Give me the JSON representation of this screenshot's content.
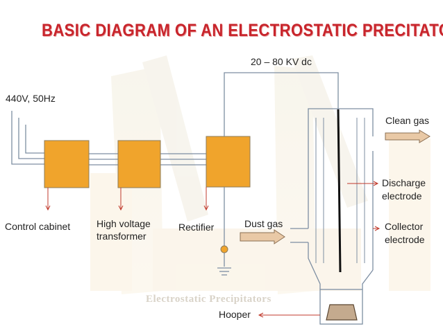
{
  "title": "BASIC DIAGRAM OF AN ELECTROSTATIC PRECITATOR",
  "labels": {
    "supply": "440V, 50Hz",
    "voltage": "20 – 80 KV dc",
    "control_cabinet": "Control cabinet",
    "hv_transformer_1": "High voltage",
    "hv_transformer_2": "transformer",
    "rectifier": "Rectifier",
    "dust_gas": "Dust gas",
    "clean_gas": "Clean gas",
    "discharge_1": "Discharge",
    "discharge_2": "electrode",
    "collector_1": "Collector",
    "collector_2": "electrode",
    "hopper": "Hooper"
  },
  "watermark": "Electrostatic Precipitators",
  "colors": {
    "title": "#c8252c",
    "box_fill": "#f0a42c",
    "box_stroke": "#8c7b5a",
    "wire": "#7d8ea2",
    "red_arrow": "#c0392b",
    "hopper_fill": "#c4aa8e",
    "gas_arrow": "#e9c9a6"
  }
}
